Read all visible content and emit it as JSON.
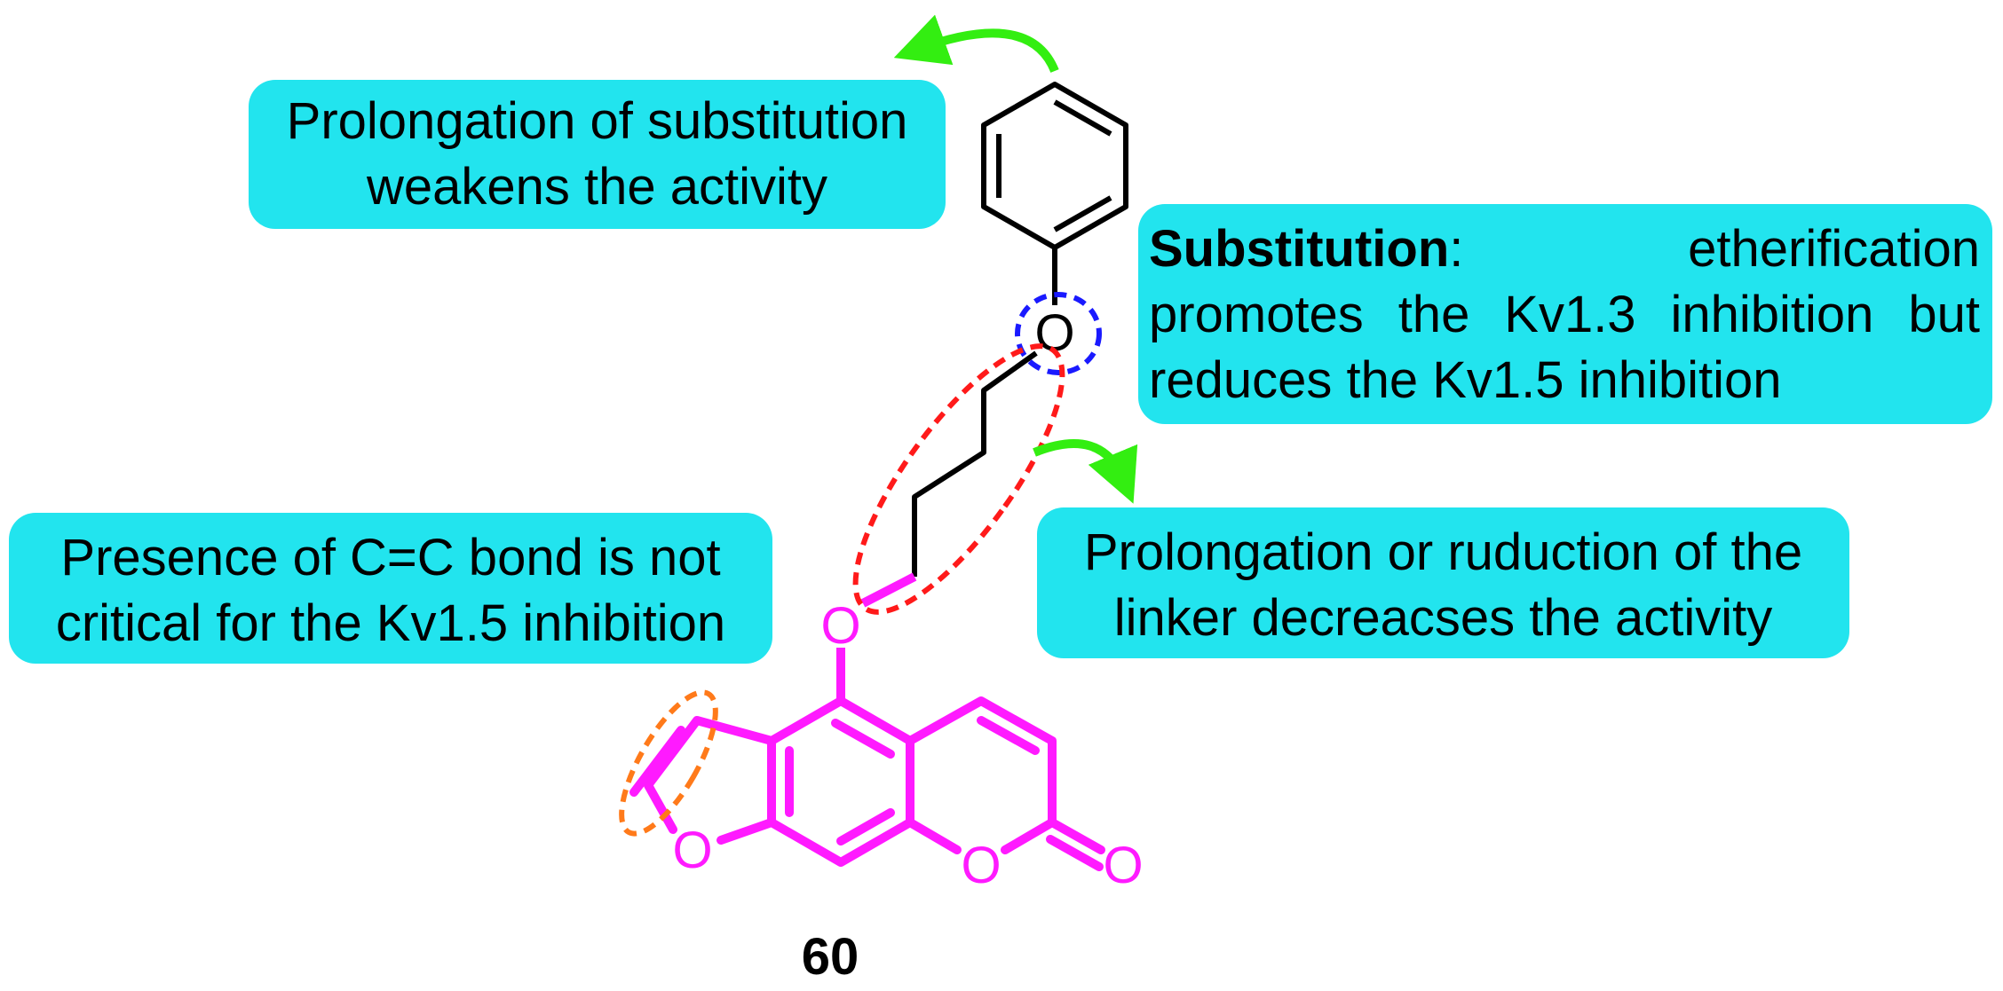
{
  "colors": {
    "callout_fill": "#22e4ee",
    "core_scaffold": "#ff1aff",
    "side_chain": "#000000",
    "arrow": "#33ee11",
    "linker_highlight": "#ff1a1a",
    "ether_highlight": "#1a1aff",
    "double_bond_highlight": "#ff7a1a"
  },
  "atoms": {
    "ether_o_top": "O",
    "ether_o_core": "O",
    "furan_o": "O",
    "lactone_o": "O",
    "carbonyl_o": "O"
  },
  "callouts": {
    "top_left": {
      "lines": [
        "Prolongation of substitution",
        "weakens the activity"
      ]
    },
    "top_right": {
      "bold": "Substitution",
      "line1_rest": ":",
      "line1_end": "etherification",
      "line2": "promotes the Kv1.3 inhibition but",
      "line3": "reduces the Kv1.5 inhibition"
    },
    "left": {
      "lines": [
        "Presence of C=C bond is not",
        "critical for the Kv1.5 inhibition"
      ]
    },
    "right": {
      "lines": [
        "Prolongation or ruduction of the",
        "linker decreacses the activity"
      ]
    }
  },
  "compound_label": "60"
}
